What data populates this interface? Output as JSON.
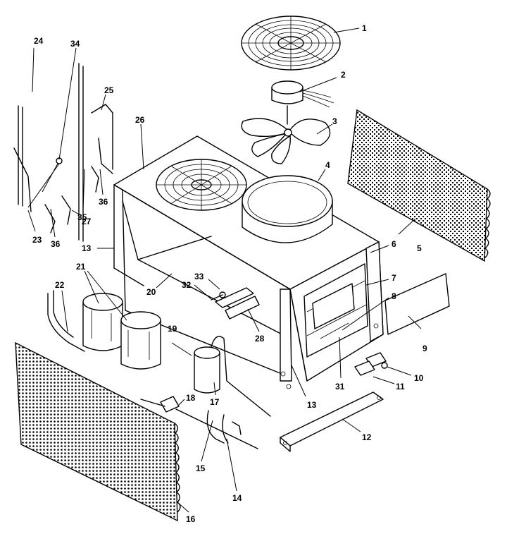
{
  "callouts": [
    {
      "id": "p1",
      "text": "1"
    },
    {
      "id": "p2",
      "text": "2"
    },
    {
      "id": "p3",
      "text": "3"
    },
    {
      "id": "p4",
      "text": "4"
    },
    {
      "id": "p5",
      "text": "5"
    },
    {
      "id": "p6",
      "text": "6"
    },
    {
      "id": "p7",
      "text": "7"
    },
    {
      "id": "p8",
      "text": "8"
    },
    {
      "id": "p9",
      "text": "9"
    },
    {
      "id": "p10",
      "text": "10"
    },
    {
      "id": "p11",
      "text": "11"
    },
    {
      "id": "p12",
      "text": "12"
    },
    {
      "id": "p13a",
      "text": "13"
    },
    {
      "id": "p13b",
      "text": "13"
    },
    {
      "id": "p14",
      "text": "14"
    },
    {
      "id": "p15",
      "text": "15"
    },
    {
      "id": "p16",
      "text": "16"
    },
    {
      "id": "p17",
      "text": "17"
    },
    {
      "id": "p18",
      "text": "18"
    },
    {
      "id": "p19",
      "text": "19"
    },
    {
      "id": "p20",
      "text": "20"
    },
    {
      "id": "p21",
      "text": "21"
    },
    {
      "id": "p22",
      "text": "22"
    },
    {
      "id": "p23",
      "text": "23"
    },
    {
      "id": "p24",
      "text": "24"
    },
    {
      "id": "p25",
      "text": "25"
    },
    {
      "id": "p26",
      "text": "26"
    },
    {
      "id": "p27",
      "text": "27"
    },
    {
      "id": "p28",
      "text": "28"
    },
    {
      "id": "p31",
      "text": "31"
    },
    {
      "id": "p32",
      "text": "32"
    },
    {
      "id": "p33",
      "text": "33"
    },
    {
      "id": "p34",
      "text": "34"
    },
    {
      "id": "p35",
      "text": "35"
    },
    {
      "id": "p36a",
      "text": "36"
    },
    {
      "id": "p36b",
      "text": "36"
    }
  ]
}
